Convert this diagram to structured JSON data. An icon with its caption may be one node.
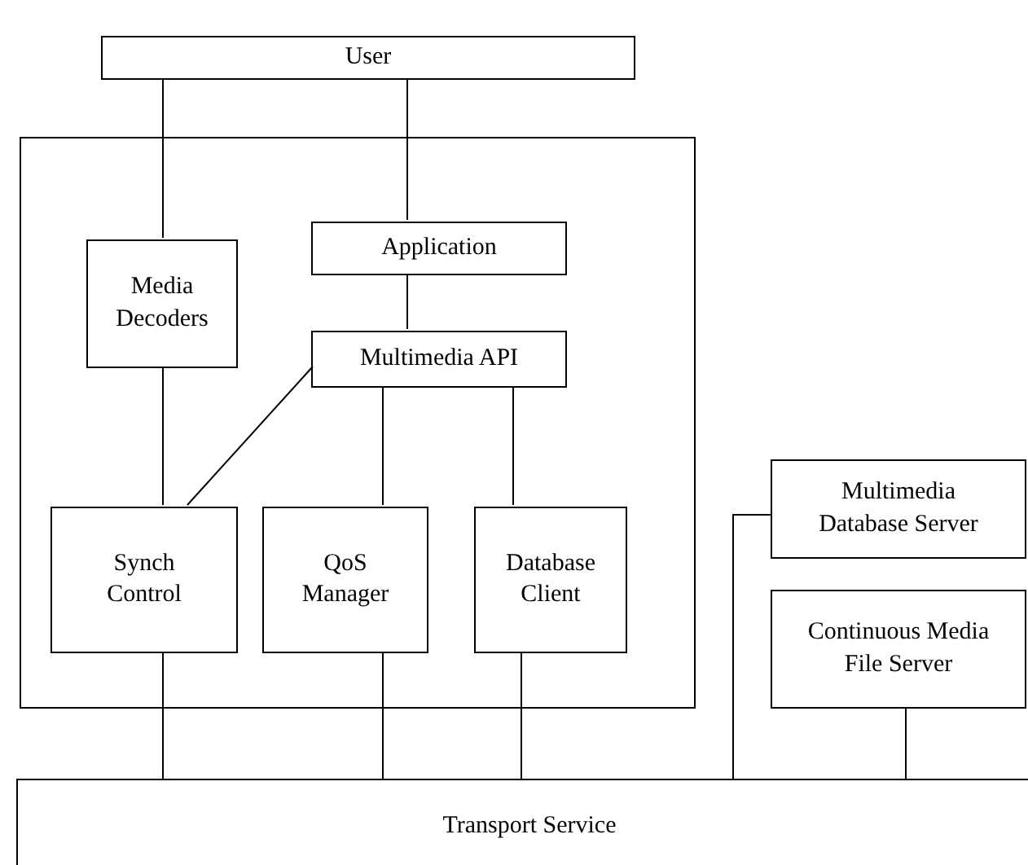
{
  "diagram": {
    "nodes": [
      {
        "text": [
          "User"
        ]
      },
      {
        "text": [],
        "shape": "box"
      },
      {
        "text": [
          "Media Decoders"
        ],
        "in": 1
      },
      {
        "text": [
          "Application"
        ],
        "in": 1
      },
      {
        "text": [
          "Multimedia API"
        ],
        "in": 1
      },
      {
        "text": [
          "Synch Control"
        ],
        "in": 1
      },
      {
        "text": [
          "QoS Manager"
        ],
        "in": 1
      },
      {
        "text": [
          "Database Client"
        ],
        "in": 1
      },
      {
        "text": [
          "Multimedia Database Server"
        ]
      },
      {
        "text": [
          "Continuous Media File Server"
        ]
      },
      {
        "text": [
          "Transport Service"
        ]
      }
    ],
    "edges": [
      {
        "from": 0,
        "to": 2,
        "arrow": "none"
      },
      {
        "from": 0,
        "to": 3,
        "arrow": "none"
      },
      {
        "from": 3,
        "to": 4,
        "arrow": "none"
      },
      {
        "from": 2,
        "to": 5,
        "arrow": "none"
      },
      {
        "from": 4,
        "to": 5,
        "arrow": "none"
      },
      {
        "from": 4,
        "to": 6,
        "arrow": "none"
      },
      {
        "from": 4,
        "to": 7,
        "arrow": "none"
      },
      {
        "from": 5,
        "to": 10,
        "arrow": "none"
      },
      {
        "from": 6,
        "to": 10,
        "arrow": "none"
      },
      {
        "from": 7,
        "to": 10,
        "arrow": "none"
      },
      {
        "from": 10,
        "to": 8,
        "arrow": "none"
      },
      {
        "from": 9,
        "to": 10,
        "arrow": "none"
      }
    ]
  }
}
